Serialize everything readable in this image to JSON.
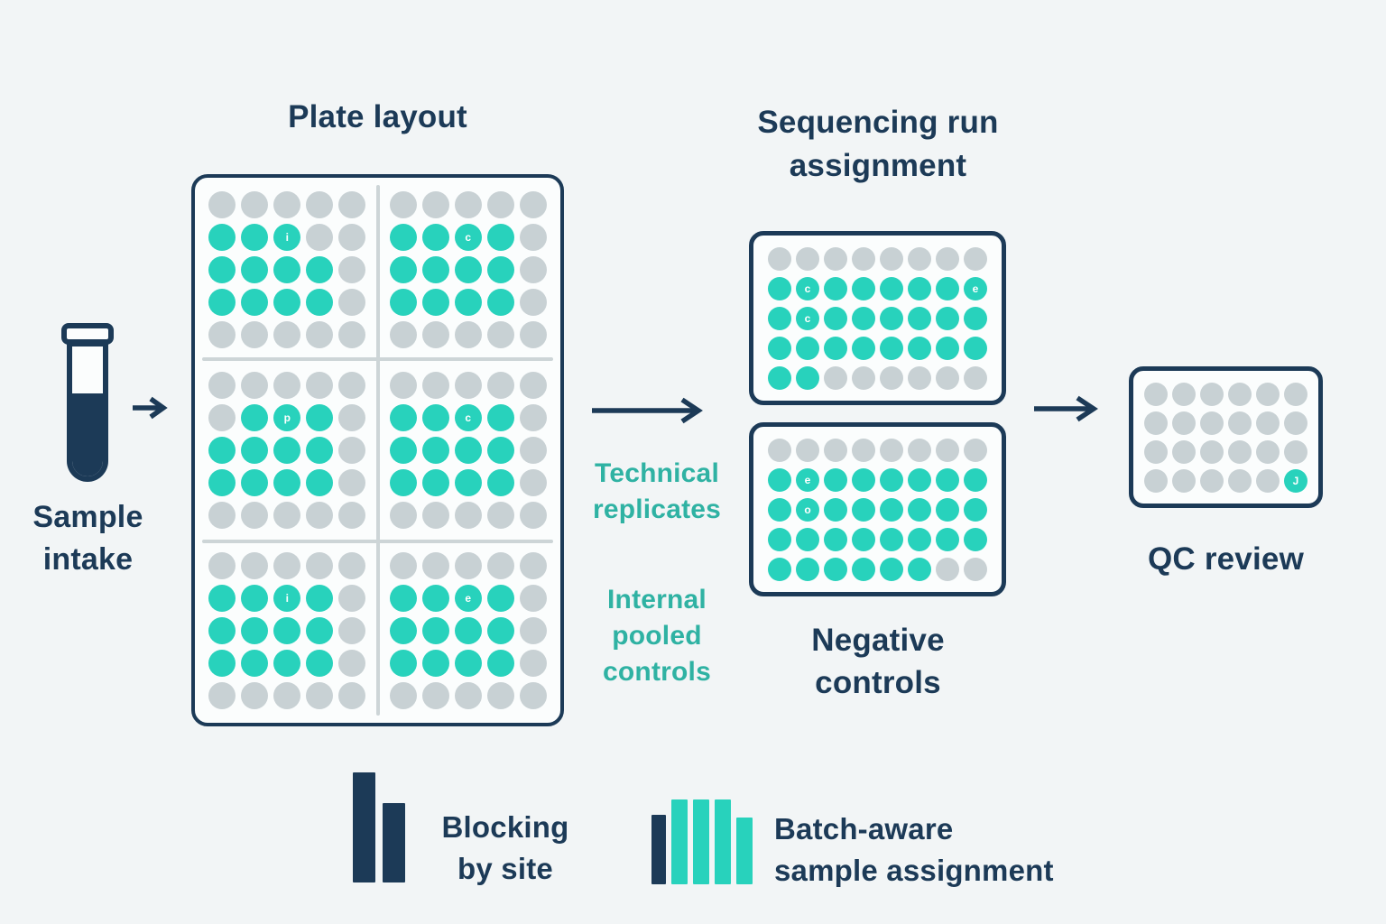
{
  "colors": {
    "navy": "#1c3a57",
    "teal": "#28d2bc",
    "teal_text": "#2fb2a3",
    "gray_well": "#c8d1d4",
    "background": "#f2f5f6",
    "plate_fill": "#fbfdfd",
    "divider": "#cdd5d7"
  },
  "sample_intake": {
    "icon": "test-tube-icon",
    "label": [
      "Sample",
      "intake"
    ]
  },
  "plate_layout": {
    "title": "Plate layout",
    "sections": [
      [
        [
          "g",
          "g",
          "g",
          "g",
          "g"
        ],
        [
          "t",
          "t",
          "t:i",
          "g",
          "g"
        ],
        [
          "t",
          "t",
          "t",
          "t",
          "g"
        ],
        [
          "t",
          "t",
          "t",
          "t",
          "g"
        ],
        [
          "g",
          "g",
          "g",
          "g",
          "g"
        ]
      ],
      [
        [
          "g",
          "g",
          "g",
          "g",
          "g"
        ],
        [
          "t",
          "t",
          "t:c",
          "t",
          "g"
        ],
        [
          "t",
          "t",
          "t",
          "t",
          "g"
        ],
        [
          "t",
          "t",
          "t",
          "t",
          "g"
        ],
        [
          "g",
          "g",
          "g",
          "g",
          "g"
        ]
      ],
      [
        [
          "g",
          "g",
          "g",
          "g",
          "g"
        ],
        [
          "g",
          "t",
          "t:p",
          "t",
          "g"
        ],
        [
          "t",
          "t",
          "t",
          "t",
          "g"
        ],
        [
          "t",
          "t",
          "t",
          "t",
          "g"
        ],
        [
          "g",
          "g",
          "g",
          "g",
          "g"
        ]
      ],
      [
        [
          "g",
          "g",
          "g",
          "g",
          "g"
        ],
        [
          "t",
          "t",
          "t:c",
          "t",
          "g"
        ],
        [
          "t",
          "t",
          "t",
          "t",
          "g"
        ],
        [
          "t",
          "t",
          "t",
          "t",
          "g"
        ],
        [
          "g",
          "g",
          "g",
          "g",
          "g"
        ]
      ],
      [
        [
          "g",
          "g",
          "g",
          "g",
          "g"
        ],
        [
          "t",
          "t",
          "t:i",
          "t",
          "g"
        ],
        [
          "t",
          "t",
          "t",
          "t",
          "g"
        ],
        [
          "t",
          "t",
          "t",
          "t",
          "g"
        ],
        [
          "g",
          "g",
          "g",
          "g",
          "g"
        ]
      ],
      [
        [
          "g",
          "g",
          "g",
          "g",
          "g"
        ],
        [
          "t",
          "t",
          "t:e",
          "t",
          "g"
        ],
        [
          "t",
          "t",
          "t",
          "t",
          "g"
        ],
        [
          "t",
          "t",
          "t",
          "t",
          "g"
        ],
        [
          "g",
          "g",
          "g",
          "g",
          "g"
        ]
      ]
    ]
  },
  "flow_labels": {
    "technical": [
      "Technical",
      "replicates"
    ],
    "internal": [
      "Internal",
      "pooled",
      "controls"
    ]
  },
  "sequencing": {
    "title": [
      "Sequencing run",
      "assignment"
    ],
    "run_plate": [
      [
        "g",
        "g",
        "g",
        "g",
        "g",
        "g",
        "g",
        "g"
      ],
      [
        "t",
        "t:c",
        "t",
        "t",
        "t",
        "t",
        "t",
        "t:e"
      ],
      [
        "t",
        "t:c",
        "t",
        "t",
        "t",
        "t",
        "t",
        "t"
      ],
      [
        "t",
        "t",
        "t",
        "t",
        "t",
        "t",
        "t",
        "t"
      ],
      [
        "t",
        "t",
        "g",
        "g",
        "g",
        "g",
        "g",
        "g"
      ]
    ],
    "negative_plate": [
      [
        "g",
        "g",
        "g",
        "g",
        "g",
        "g",
        "g",
        "g"
      ],
      [
        "t",
        "t:e",
        "t",
        "t",
        "t",
        "t",
        "t",
        "t"
      ],
      [
        "t",
        "t:o",
        "t",
        "t",
        "t",
        "t",
        "t",
        "t"
      ],
      [
        "t",
        "t",
        "t",
        "t",
        "t",
        "t",
        "t",
        "t"
      ],
      [
        "t",
        "t",
        "t",
        "t",
        "t",
        "t",
        "g",
        "g"
      ]
    ],
    "negative_label": [
      "Negative",
      "controls"
    ]
  },
  "qc": {
    "label": "QC review",
    "plate": [
      [
        "g",
        "g",
        "g",
        "g",
        "g",
        "g"
      ],
      [
        "g",
        "g",
        "g",
        "g",
        "g",
        "g"
      ],
      [
        "g",
        "g",
        "g",
        "g",
        "g",
        "g"
      ],
      [
        "g",
        "g",
        "g",
        "g",
        "g",
        "t:J"
      ]
    ]
  },
  "legend": {
    "blocking": {
      "label": [
        "Blocking",
        "by site"
      ],
      "bars": [
        {
          "c": "navy",
          "w": 25,
          "h": 122
        },
        {
          "c": "navy",
          "w": 25,
          "h": 88
        }
      ]
    },
    "batch": {
      "label": [
        "Batch-aware",
        "sample assignment"
      ],
      "bars": [
        {
          "c": "navy",
          "w": 16,
          "h": 77
        },
        {
          "c": "teal",
          "w": 18,
          "h": 94
        },
        {
          "c": "teal",
          "w": 18,
          "h": 94
        },
        {
          "c": "teal",
          "w": 18,
          "h": 94
        },
        {
          "c": "teal",
          "w": 18,
          "h": 74
        }
      ]
    }
  }
}
